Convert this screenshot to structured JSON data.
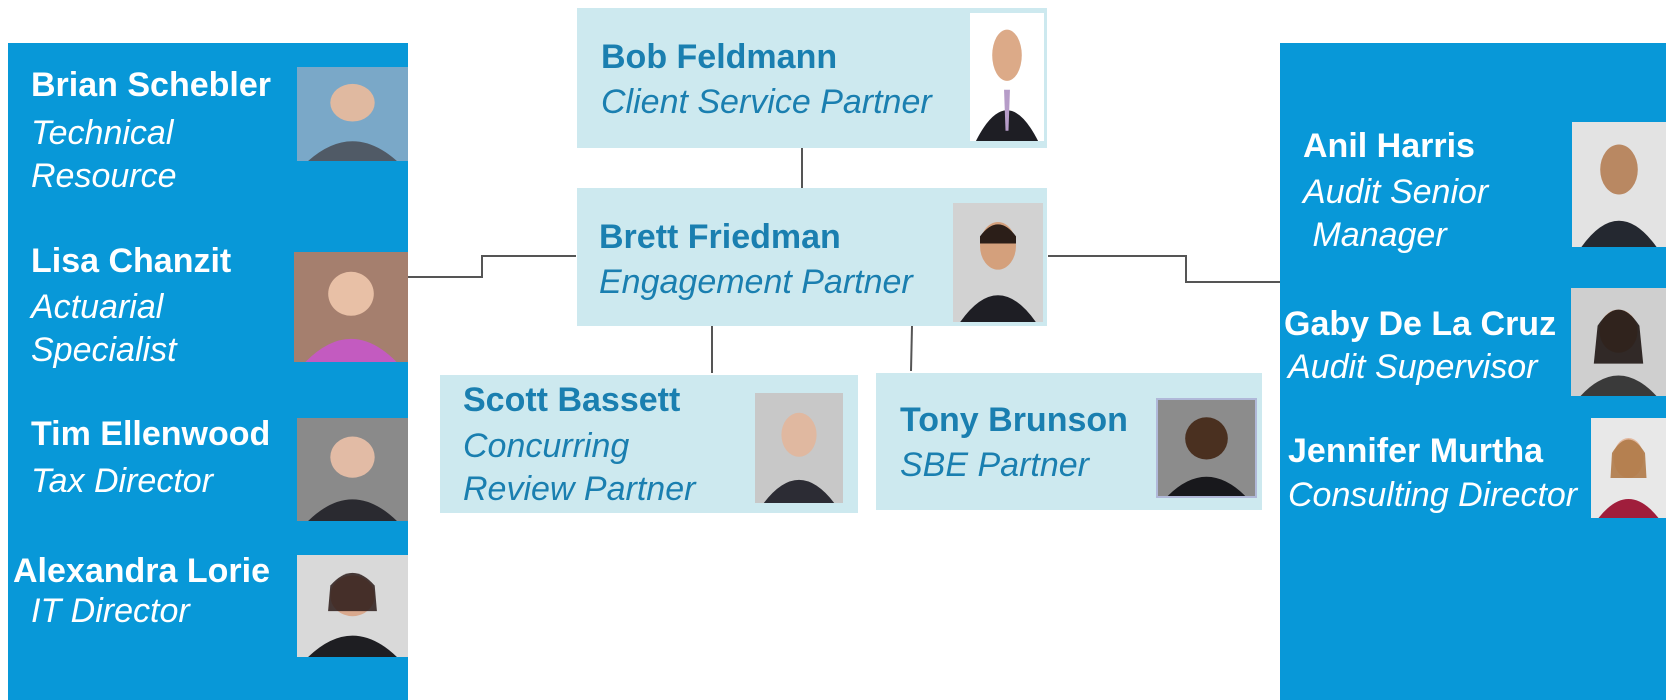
{
  "left_panel": {
    "people": [
      {
        "name": "Brian Schebler",
        "role_line1": "Technical",
        "role_line2": "Resource"
      },
      {
        "name": "Lisa Chanzit",
        "role_line1": "Actuarial",
        "role_line2": "Specialist"
      },
      {
        "name": "Tim Ellenwood",
        "role_line1": "Tax Director"
      },
      {
        "name": "Alexandra Lorie",
        "role_line1": "IT Director"
      }
    ]
  },
  "center": {
    "top": {
      "name": "Bob Feldmann",
      "role_line1": "Client Service Partner"
    },
    "engagement": {
      "name": "Brett Friedman",
      "role_line1": "Engagement Partner"
    },
    "concurring": {
      "name": "Scott Bassett",
      "role_line1": "Concurring",
      "role_line2": "Review Partner"
    },
    "sbe": {
      "name": "Tony Brunson",
      "role_line1": "SBE Partner"
    }
  },
  "right_panel": {
    "people": [
      {
        "name": "Anil Harris",
        "role_line1": "Audit Senior",
        "role_line2": " Manager"
      },
      {
        "name": "Gaby De La Cruz",
        "role_line1": "Audit Supervisor"
      },
      {
        "name": "Jennifer Murtha",
        "role_line1": "Consulting Director"
      }
    ]
  },
  "colors": {
    "panel_blue": "#0898d8",
    "box_fill": "#cde9ef",
    "box_text": "#1a7fb0",
    "connector": "#555555"
  },
  "icons": [
    "person-photo"
  ]
}
